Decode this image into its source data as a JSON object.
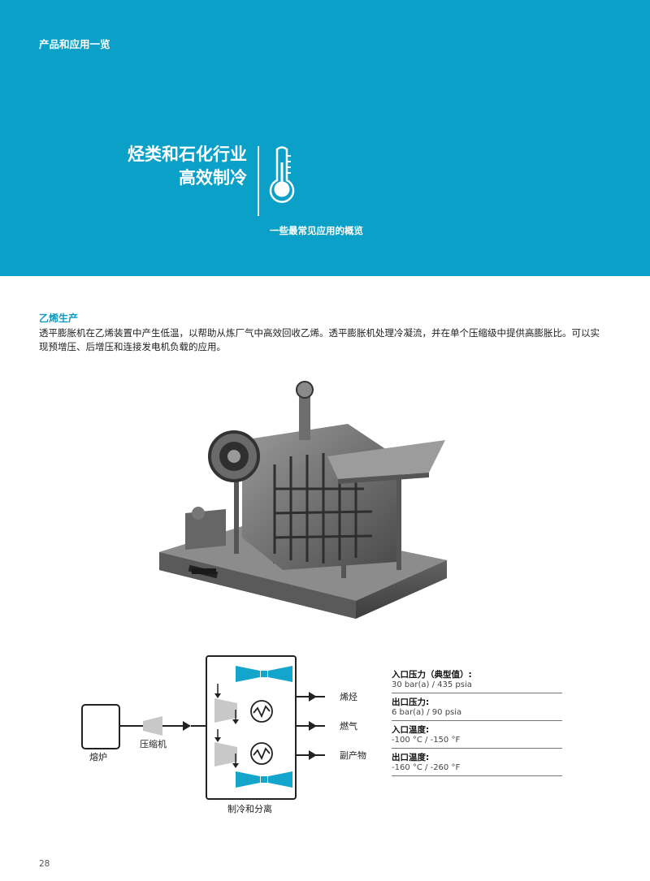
{
  "header": {
    "section_label": "产品和应用一览",
    "title_line1": "烃类和石化行业",
    "title_line2": "高效制冷",
    "subtitle": "一些最常见应用的概览",
    "icon": "thermometer-icon",
    "colors": {
      "banner": "#0aa0c8",
      "accent_text": "#0a9ac4",
      "diagram_blue": "#14a5cc"
    }
  },
  "content": {
    "heading": "乙烯生产",
    "paragraph": "透平膨胀机在乙烯装置中产生低温，以帮助从炼厂气中高效回收乙烯。透平膨胀机处理冷凝流，并在单个压缩级中提供高膨胀比。可以实现预增压、后增压和连接发电机负载的应用。"
  },
  "diagram": {
    "furnace_label": "熔炉",
    "compressor_label": "压缩机",
    "process_label": "制冷和分离",
    "outputs": [
      "烯烃",
      "燃气",
      "副产物"
    ]
  },
  "specs": [
    {
      "label": "入口压力（典型值）:",
      "value": "30 bar(a) / 435 psia"
    },
    {
      "label": "出口压力:",
      "value": "6 bar(a) / 90 psia"
    },
    {
      "label": "入口温度:",
      "value": "-100 °C / -150 °F"
    },
    {
      "label": "出口温度:",
      "value": "-160 °C / -260 °F"
    }
  ],
  "page_number": "28"
}
